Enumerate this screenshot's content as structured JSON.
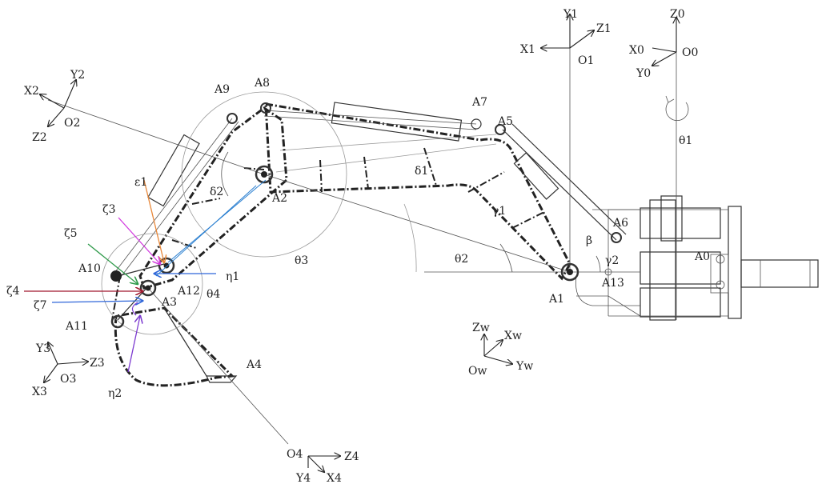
{
  "frames": {
    "f1": {
      "x": "X1",
      "y": "Y1",
      "z": "Z1",
      "o": "O1"
    },
    "f0": {
      "x": "X0",
      "y": "Y0",
      "z": "Z0",
      "o": "O0"
    },
    "f2": {
      "x": "X2",
      "y": "Y2",
      "z": "Z2",
      "o": "O2"
    },
    "f3": {
      "x": "X3",
      "y": "Y3",
      "z": "Z3",
      "o": "O3"
    },
    "f4": {
      "x": "X4",
      "y": "Y4",
      "z": "Z4",
      "o": "O4"
    },
    "fw": {
      "x": "Xw",
      "y": "Yw",
      "z": "Zw",
      "o": "Ow"
    }
  },
  "points": {
    "a0": "A0",
    "a1": "A1",
    "a2": "A2",
    "a3": "A3",
    "a4": "A4",
    "a5": "A5",
    "a6": "A6",
    "a7": "A7",
    "a8": "A8",
    "a9": "A9",
    "a10": "A10",
    "a11": "A11",
    "a12": "A12",
    "a13": "A13"
  },
  "angles": {
    "theta1": "θ1",
    "theta2": "θ2",
    "theta3": "θ3",
    "theta4": "θ4",
    "delta1": "δ1",
    "delta2": "δ2",
    "gamma1": "γ1",
    "gamma2": "γ2",
    "beta": "β"
  },
  "vectors": {
    "epsilon1": "ε1",
    "zeta3": "ζ3",
    "zeta5": "ζ5",
    "zeta4": "ζ4",
    "zeta7": "ζ7",
    "eta1": "η1",
    "eta2": "η2"
  },
  "colors": {
    "orange": "#e8883a",
    "magenta": "#d23adf",
    "green": "#2f9a4a",
    "blue": "#2f66d9",
    "darkred": "#a0182e",
    "purple": "#7c3ad0",
    "teal": "#2a7fd0"
  }
}
